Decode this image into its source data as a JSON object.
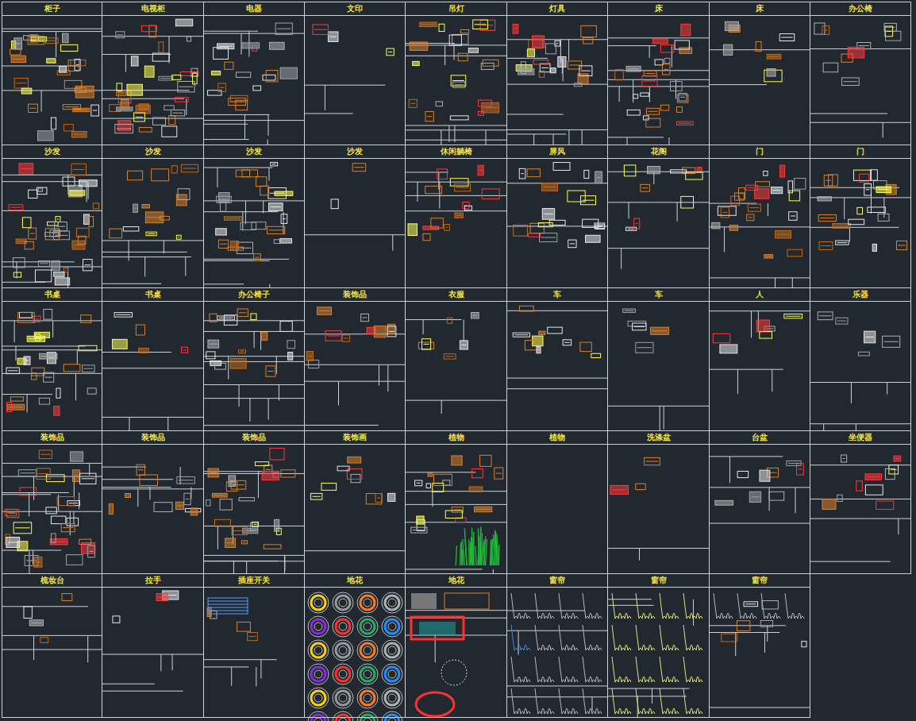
{
  "diagram": {
    "nodes": [
      {
        "text": [
          "柜子"
        ]
      },
      {
        "text": [
          "电视柜"
        ]
      },
      {
        "text": [
          "电器"
        ]
      },
      {
        "text": [
          "文印"
        ]
      },
      {
        "text": [
          "吊灯"
        ]
      },
      {
        "text": [
          "灯具"
        ]
      },
      {
        "text": [
          "床"
        ]
      },
      {
        "text": [
          "床"
        ]
      },
      {
        "text": [
          "办公椅"
        ]
      },
      {
        "text": [
          "沙发"
        ]
      },
      {
        "text": [
          "沙发"
        ]
      },
      {
        "text": [
          "沙发"
        ]
      },
      {
        "text": [
          "沙发"
        ]
      },
      {
        "text": [
          "休闲躺椅"
        ]
      },
      {
        "text": [
          "屏风"
        ]
      },
      {
        "text": [
          "花阁"
        ]
      },
      {
        "text": [
          "门"
        ]
      },
      {
        "text": [
          "门"
        ]
      },
      {
        "text": [
          "书桌"
        ]
      },
      {
        "text": [
          "书桌"
        ]
      },
      {
        "text": [
          "办公椅子"
        ]
      },
      {
        "text": [
          "装饰品"
        ]
      },
      {
        "text": [
          "衣服"
        ]
      },
      {
        "text": [
          "车"
        ]
      },
      {
        "text": [
          "车"
        ]
      },
      {
        "text": [
          "人"
        ]
      },
      {
        "text": [
          "乐器"
        ]
      },
      {
        "text": [
          "装饰品"
        ]
      },
      {
        "text": [
          "装饰品"
        ]
      },
      {
        "text": [
          "装饰品"
        ]
      },
      {
        "text": [
          "装饰画"
        ]
      },
      {
        "text": [
          "植物"
        ]
      },
      {
        "text": [
          "植物"
        ]
      },
      {
        "text": [
          "洗涤盆"
        ]
      },
      {
        "text": [
          "台盆"
        ]
      },
      {
        "text": [
          "坐便器"
        ]
      },
      {
        "text": [
          "梳妆台"
        ]
      },
      {
        "text": [
          "拉手"
        ]
      },
      {
        "text": [
          "插座开关"
        ]
      },
      {
        "text": [
          "地花"
        ]
      },
      {
        "text": [
          "地花"
        ]
      },
      {
        "text": [
          "窗帘"
        ]
      },
      {
        "text": [
          "窗帘"
        ]
      },
      {
        "text": [
          "窗帘"
        ]
      }
    ]
  }
}
